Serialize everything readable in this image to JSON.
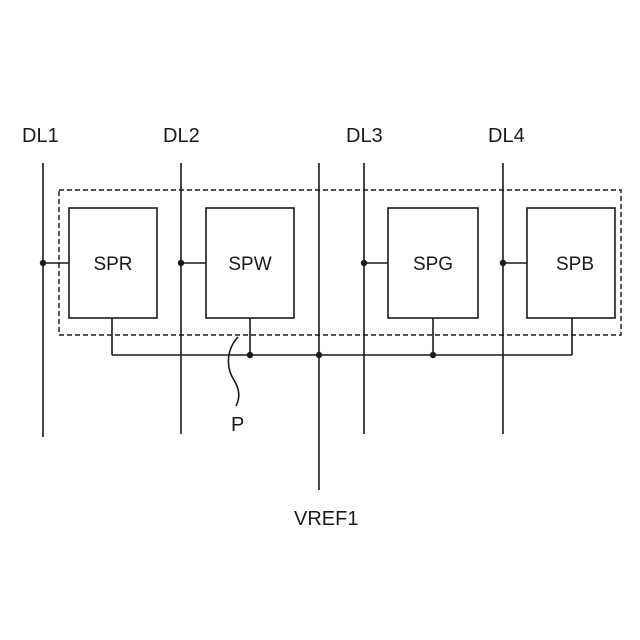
{
  "data_lines": [
    "DL1",
    "DL2",
    "DL3",
    "DL4"
  ],
  "reference_line": "VREF1",
  "subpixels": [
    "SPR",
    "SPW",
    "SPG",
    "SPB"
  ],
  "pointer_label": "P"
}
